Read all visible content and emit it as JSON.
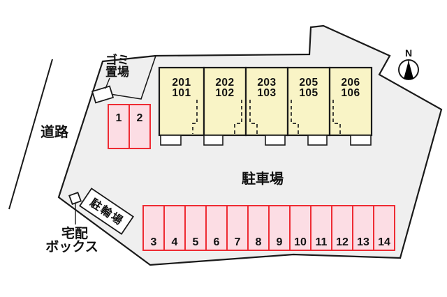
{
  "labels": {
    "road": "道路",
    "garbage_line1": "ゴミ",
    "garbage_line2": "置場",
    "parking_lot": "駐車場",
    "bicycle_parking": "駐輪場",
    "delivery_line1": "宅配",
    "delivery_line2": "ボックス",
    "north": "N"
  },
  "building": {
    "units": [
      {
        "upper": "201",
        "lower": "101"
      },
      {
        "upper": "202",
        "lower": "102"
      },
      {
        "upper": "203",
        "lower": "103"
      },
      {
        "upper": "205",
        "lower": "105"
      },
      {
        "upper": "206",
        "lower": "106"
      }
    ]
  },
  "parking": {
    "upper_spaces": [
      "1",
      "2"
    ],
    "lower_spaces": [
      "3",
      "4",
      "5",
      "6",
      "7",
      "8",
      "9",
      "10",
      "11",
      "12",
      "13",
      "14"
    ]
  },
  "colors": {
    "site_fill": "#efefef",
    "outline": "#1a1a1a",
    "unit_fill": "#f9f4c6",
    "space_fill": "#fcdde4",
    "space_border": "#ee2b33"
  }
}
